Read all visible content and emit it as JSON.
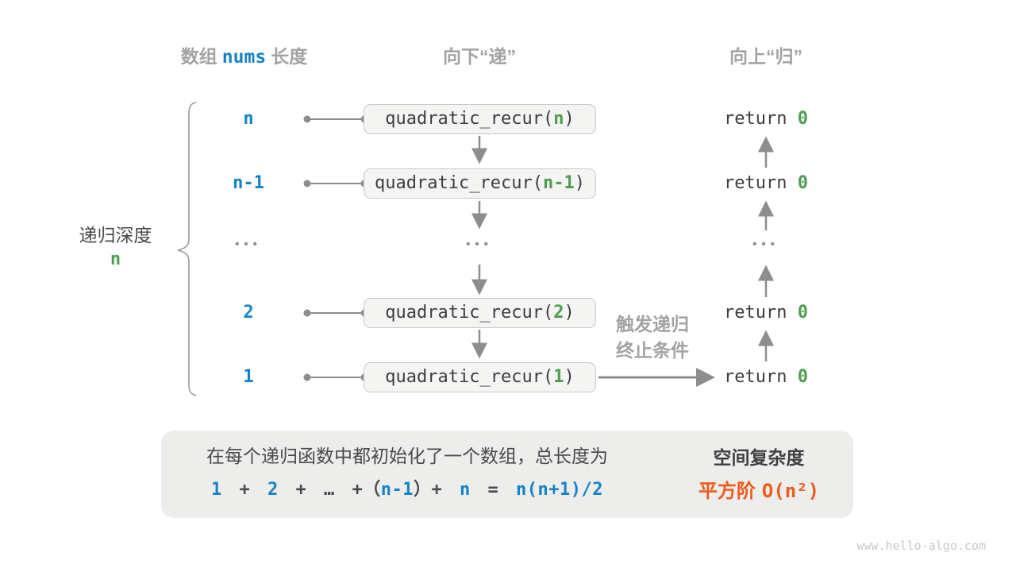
{
  "colors": {
    "accent_blue": "#1583c8",
    "green": "#4d9e50",
    "orange": "#ee5b1c",
    "gray_label": "#a3a3a3",
    "panel_background": "#ededec"
  },
  "headers": {
    "col1_pre": "数组",
    "col1_code": "nums",
    "col1_post": "长度",
    "col2": "向下“递”",
    "col3": "向上“归”"
  },
  "depth_label": {
    "title": "递归深度",
    "value": "n"
  },
  "rows": [
    {
      "depth": "n",
      "call_open": "quadratic_recur(",
      "call_arg": "n",
      "call_close": ")",
      "return_kw": "return ",
      "return_val": "0"
    },
    {
      "depth": "n-1",
      "call_open": "quadratic_recur(",
      "call_arg": "n-1",
      "call_close": ")",
      "return_kw": "return ",
      "return_val": "0"
    },
    {
      "ellipsis": "•••"
    },
    {
      "depth": "2",
      "call_open": "quadratic_recur(",
      "call_arg": "2",
      "call_close": ")",
      "return_kw": "return ",
      "return_val": "0"
    },
    {
      "depth": "1",
      "call_open": "quadratic_recur(",
      "call_arg": "1",
      "call_close": ")",
      "return_kw": "return ",
      "return_val": "0"
    }
  ],
  "termination_note": {
    "line1": "触发递归",
    "line2": "终止条件"
  },
  "summary": {
    "line1": "在每个递归函数中都初始化了一个数组，总长度为",
    "formula": [
      "1",
      " + ",
      "2",
      " + … +（",
      "n-1",
      "）+ ",
      "n",
      " = ",
      "n(n+1)/2"
    ],
    "result_title": "空间复杂度",
    "result_prefix": "平方阶",
    "result_big_o": "O(n²)"
  },
  "watermark": "www.hello-algo.com"
}
